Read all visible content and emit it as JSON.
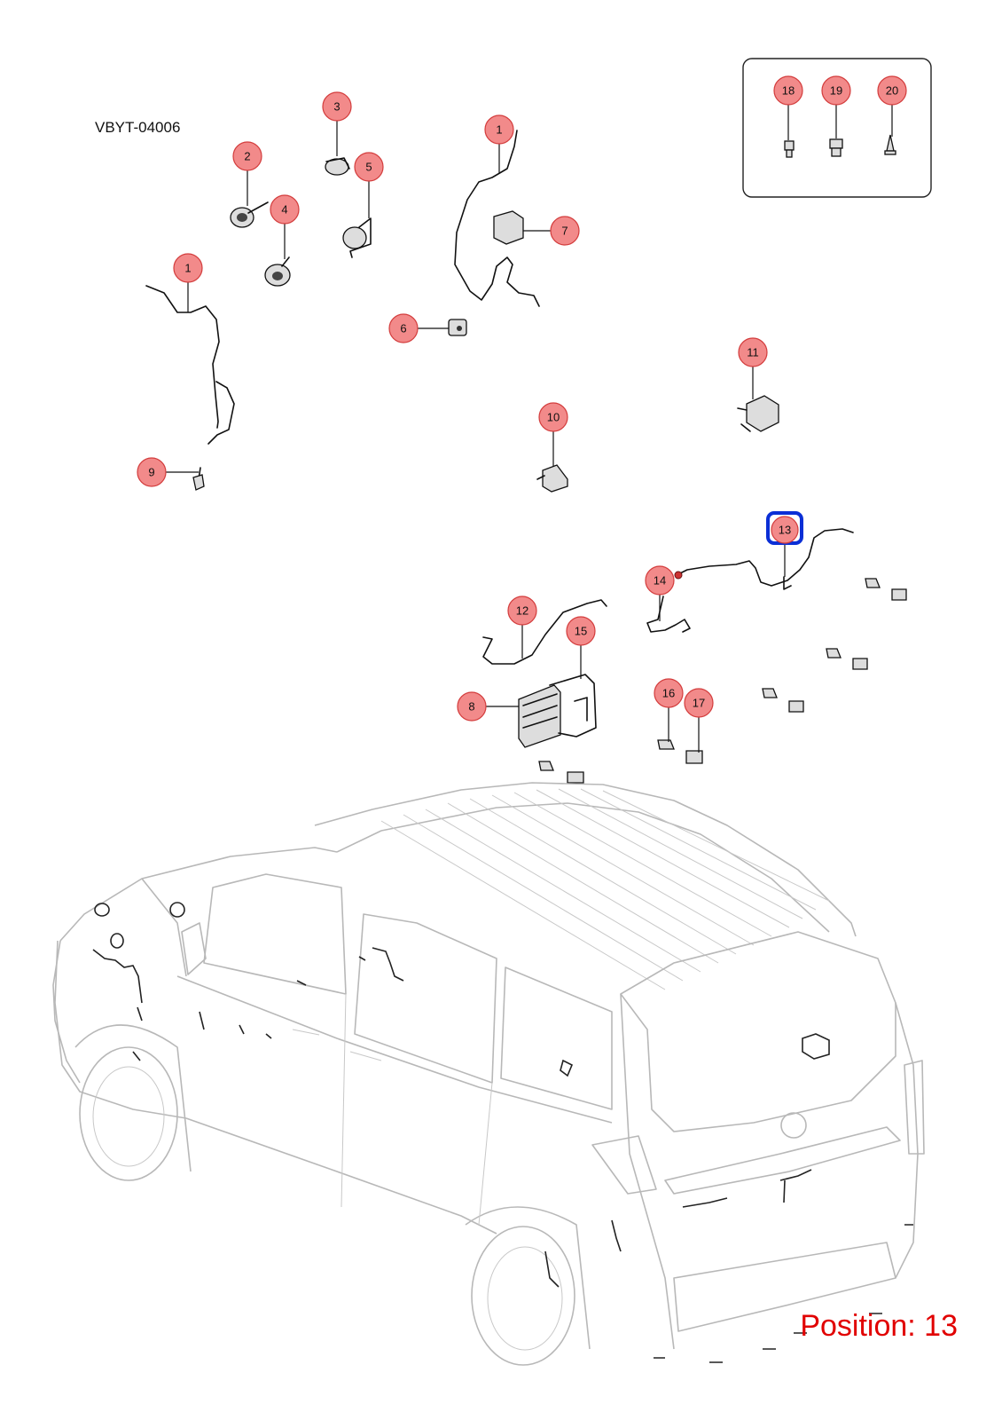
{
  "diagram": {
    "code": "VBYT-04006",
    "position_text": "Position: 13",
    "selected_callout": "13",
    "callouts": [
      {
        "id": "c1a",
        "label": "1"
      },
      {
        "id": "c1b",
        "label": "1"
      },
      {
        "id": "c2",
        "label": "2"
      },
      {
        "id": "c3",
        "label": "3"
      },
      {
        "id": "c4",
        "label": "4"
      },
      {
        "id": "c5",
        "label": "5"
      },
      {
        "id": "c6",
        "label": "6"
      },
      {
        "id": "c7",
        "label": "7"
      },
      {
        "id": "c8",
        "label": "8"
      },
      {
        "id": "c9",
        "label": "9"
      },
      {
        "id": "c10",
        "label": "10"
      },
      {
        "id": "c11",
        "label": "11"
      },
      {
        "id": "c12",
        "label": "12"
      },
      {
        "id": "c13",
        "label": "13"
      },
      {
        "id": "c14",
        "label": "14"
      },
      {
        "id": "c15",
        "label": "15"
      },
      {
        "id": "c16",
        "label": "16"
      },
      {
        "id": "c17",
        "label": "17"
      },
      {
        "id": "c18",
        "label": "18"
      },
      {
        "id": "c19",
        "label": "19"
      },
      {
        "id": "c20",
        "label": "20"
      }
    ]
  },
  "colors": {
    "callout_fill": "#f28a8a",
    "callout_stroke": "#d33c3c",
    "selection": "#0b2fd6",
    "position_text": "#e10000",
    "vehicle_outline": "#b8b8b8"
  }
}
